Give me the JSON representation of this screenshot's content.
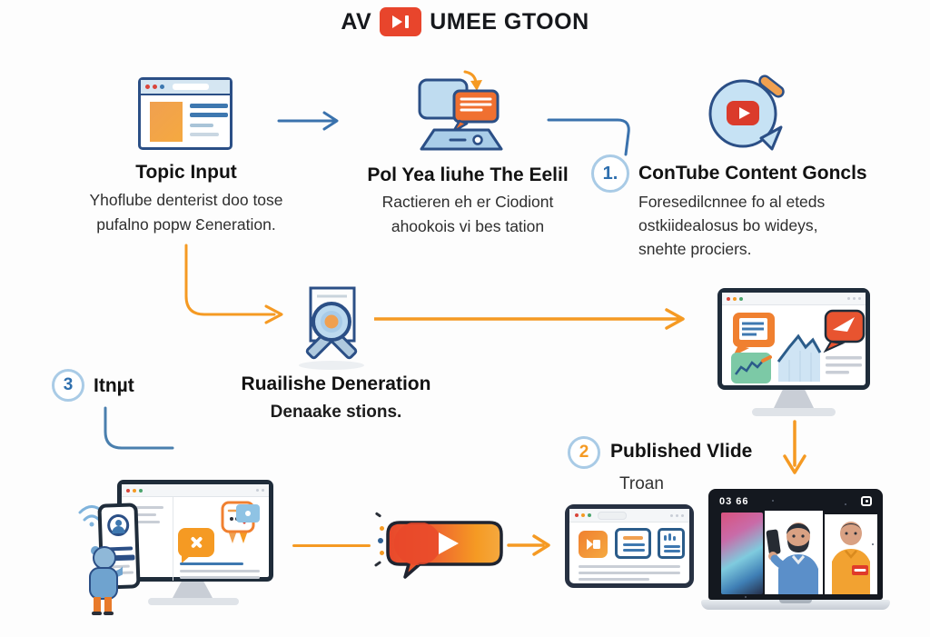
{
  "header": {
    "title_prefix": "AV",
    "title_suffix": "UMEE GTOON"
  },
  "sections": {
    "topic_input": {
      "heading": "Topic Input",
      "sub1": "Yhoflube denterist doo tose",
      "sub2": "pufalno popw Ɛeneration."
    },
    "script_step": {
      "heading": "Pol Yea liuhe The Eelil",
      "sub1": "Ractieren eh er Ciodiont",
      "sub2": "ahookois vi bes tation"
    },
    "content_goals": {
      "badge": "1.",
      "heading": "ConTube Content Goncls",
      "sub1": "Foresedilcnnee fo al eteds",
      "sub2": "ostkiidealosus bo wideys,",
      "sub3": "snehte prociers."
    },
    "generation": {
      "heading": "Ruailishe Deneration",
      "sub1": "Denaake stions."
    },
    "input_step": {
      "badge": "3",
      "label": "Itnµt"
    },
    "published_video": {
      "badge": "2",
      "heading": "Published Vlide",
      "sub1": "Troan"
    }
  },
  "video_player": {
    "timestamp": "03 66"
  },
  "icons": {
    "title_badge": "play-badge",
    "topic": "browser-window",
    "script": "computer-chat",
    "goals": "youtube-pencil",
    "generation": "document-magnifier",
    "analytics": "monitor-analytics",
    "upload": "user-monitor",
    "video_bubble": "play-speech-bubble",
    "published": "tablet-browser",
    "player": "laptop-video"
  },
  "colors": {
    "orange": "#F59A23",
    "red_orange": "#E8472B",
    "blue_line": "#3A72AD",
    "navy_border": "#1F2C3A",
    "light_blue": "#C6E2F4",
    "badge_blue": "#2E6FAE",
    "title_red": "#E8452C"
  }
}
